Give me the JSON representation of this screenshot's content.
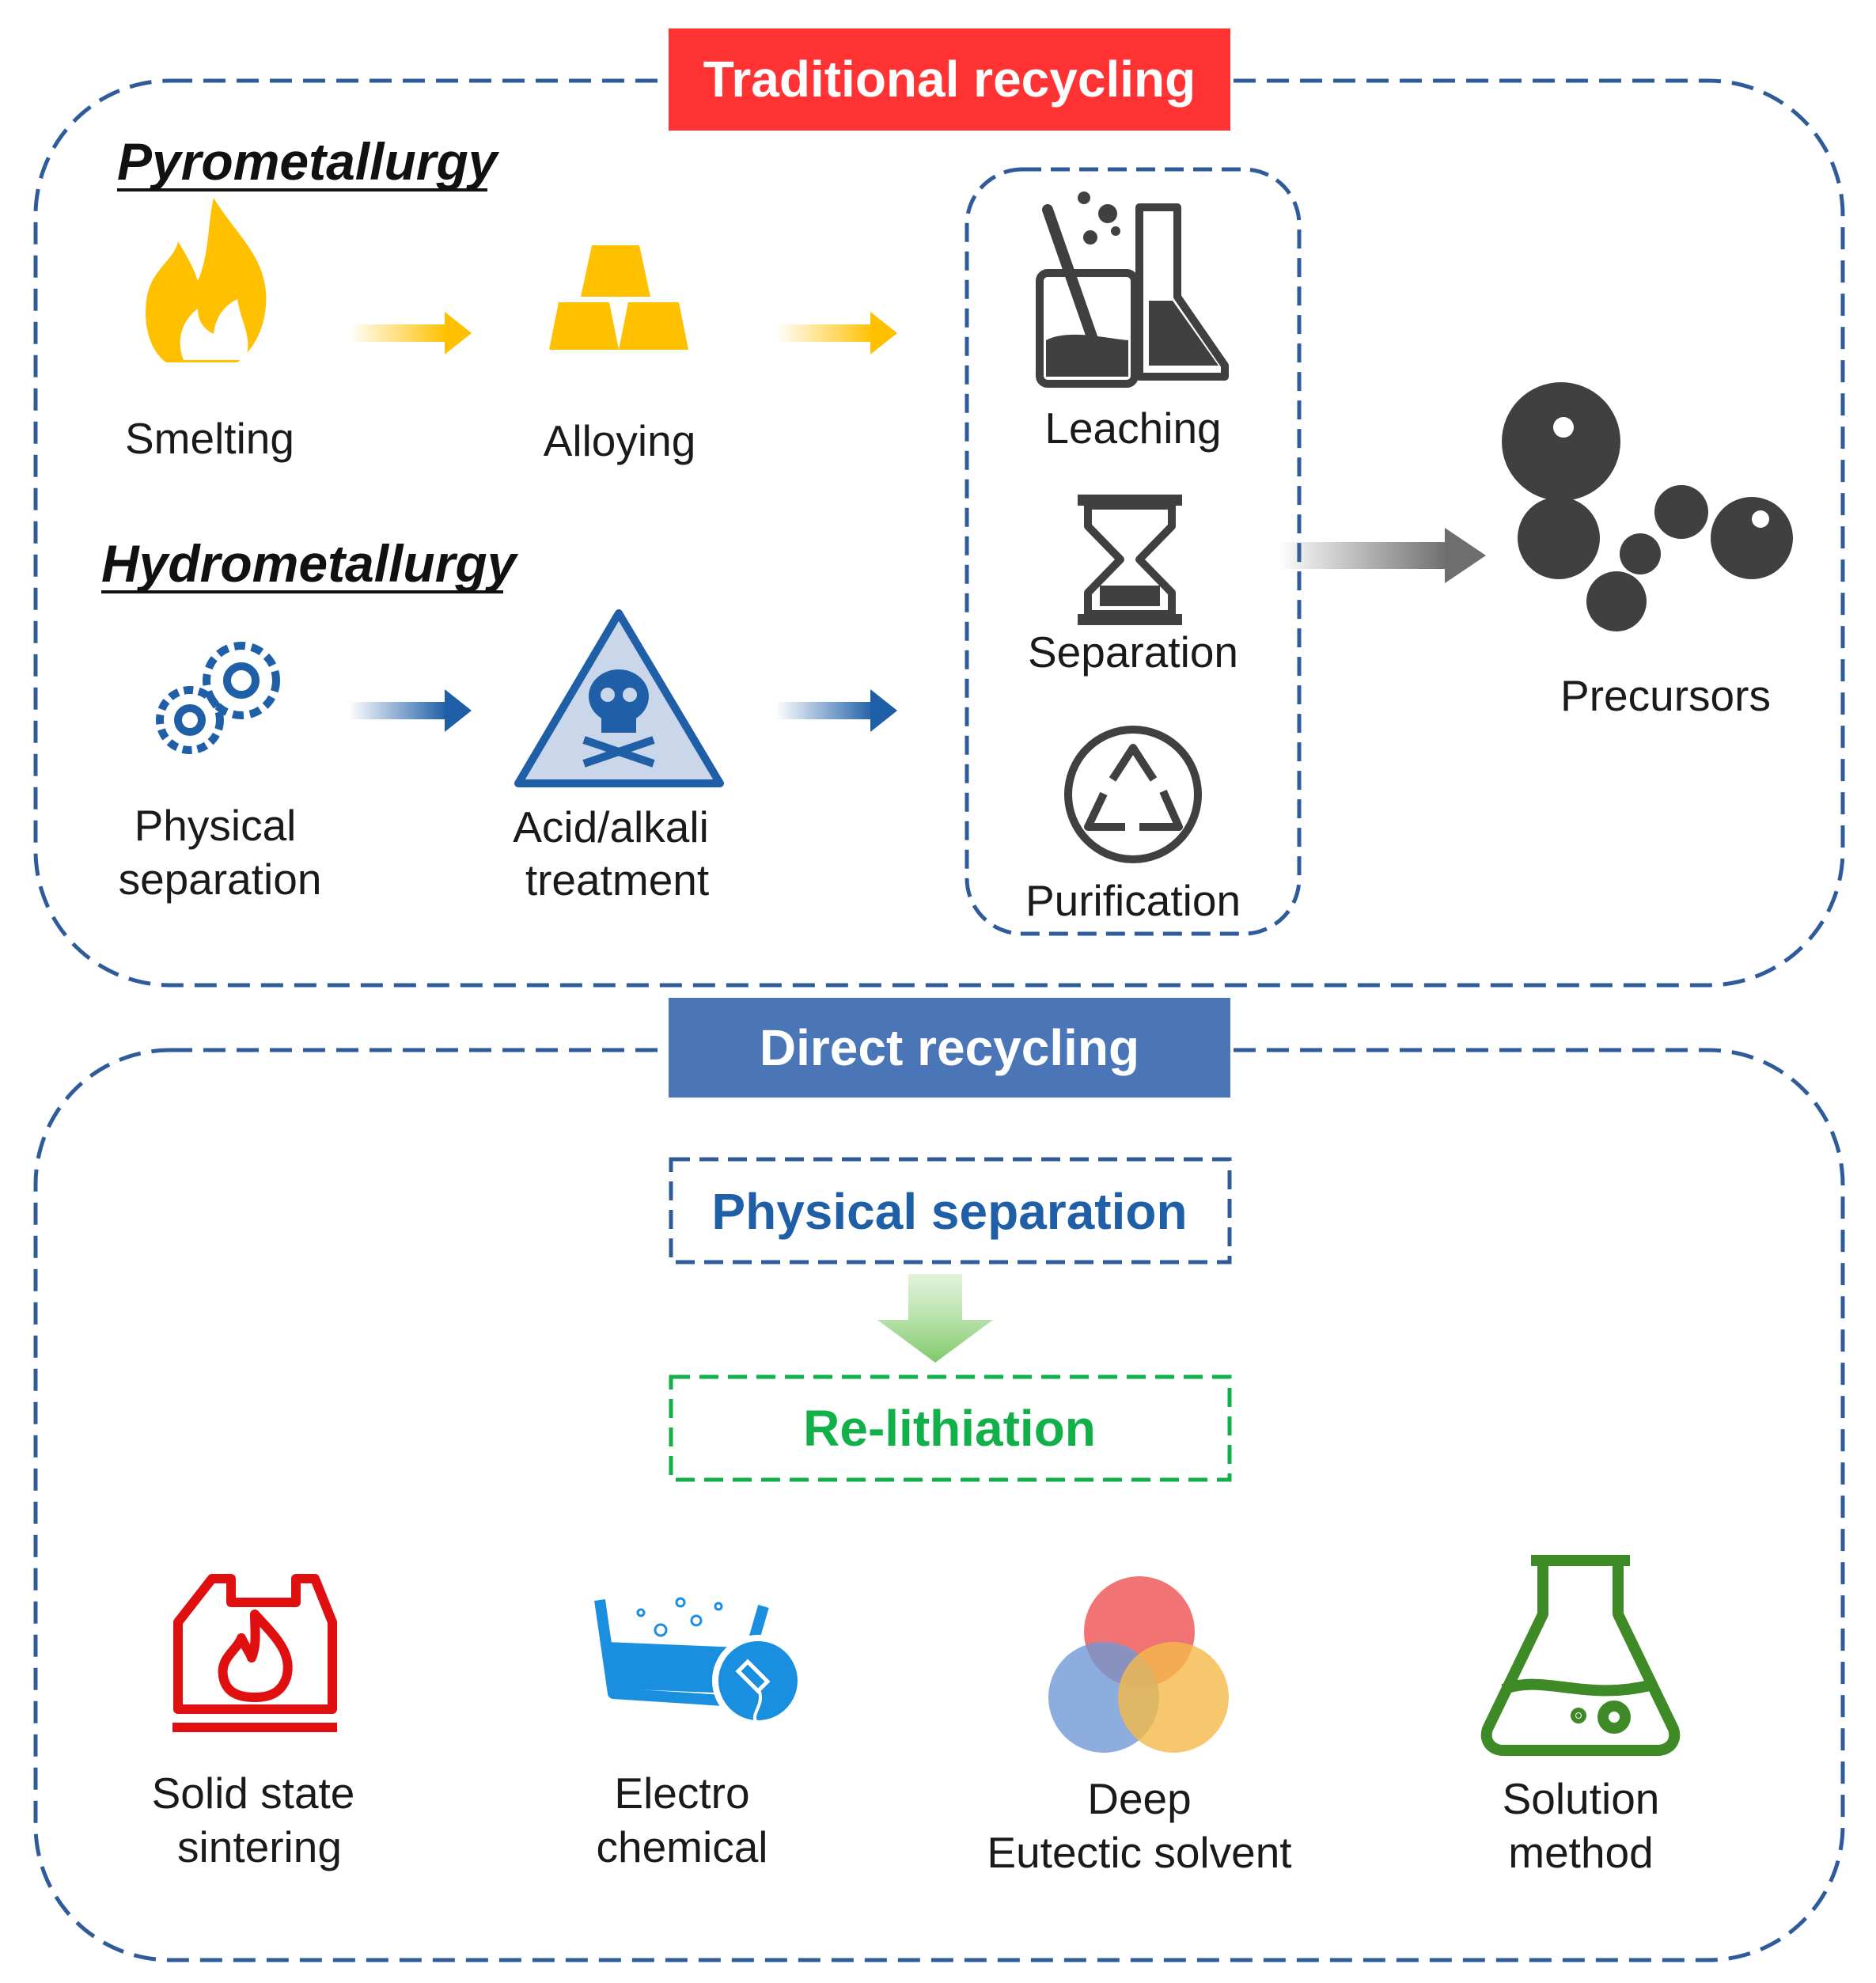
{
  "traditional": {
    "title": "Traditional recycling",
    "pyrometallurgy": {
      "heading": "Pyrometallurgy",
      "steps": [
        "Smelting",
        "Alloying"
      ]
    },
    "hydrometallurgy": {
      "heading": "Hydrometallurgy",
      "steps": [
        [
          "Physical",
          "separation"
        ],
        [
          "Acid/alkali",
          "treatment"
        ]
      ]
    },
    "common_steps": [
      "Leaching",
      "Separation",
      "Purification"
    ],
    "output": "Precursors"
  },
  "direct": {
    "title": "Direct recycling",
    "step1": "Physical separation",
    "step2": "Re-lithiation",
    "methods": [
      [
        "Solid state",
        "sintering"
      ],
      [
        "Electro",
        "chemical"
      ],
      [
        "Deep",
        "Eutectic solvent"
      ],
      [
        "Solution",
        "method"
      ]
    ]
  },
  "colors": {
    "red_header": "#ff3333",
    "blue_header": "#4a76b8",
    "dashed_border": "#2f5b9a",
    "pyro_gold": "#ffc000",
    "hydro_blue": "#1f5fa8",
    "dark_gray": "#404040",
    "green": "#12b048",
    "solution_green": "#3d8a26",
    "sinter_red": "#e01010",
    "electro_blue": "#1a8fe0"
  },
  "icons": [
    "fire-icon",
    "gold-bars-icon",
    "beaker-flask-icon",
    "hourglass-icon",
    "recycle-icon",
    "particles-icon",
    "gears-icon",
    "hazard-skull-icon",
    "furnace-icon",
    "electrochemical-icon",
    "venn-circles-icon",
    "flask-icon"
  ]
}
